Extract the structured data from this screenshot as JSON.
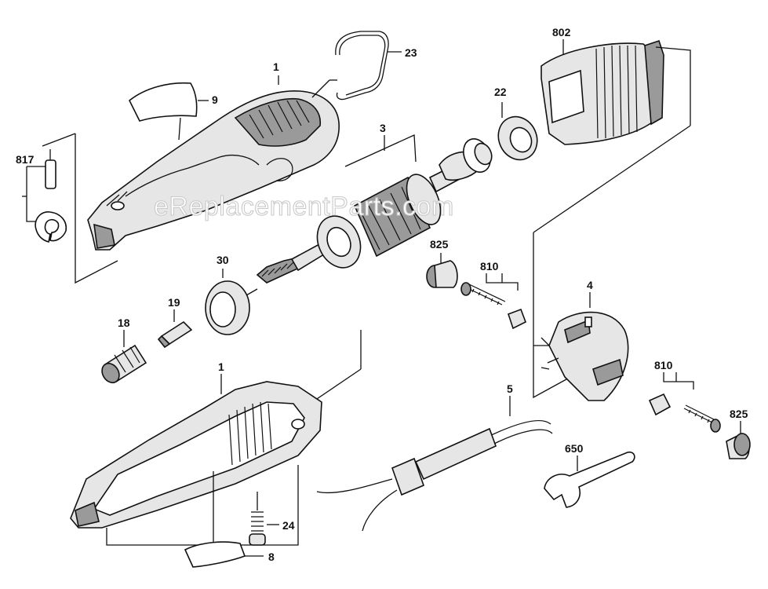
{
  "watermark": "eReplacementParts.com",
  "callouts": {
    "p802": "802",
    "p23": "23",
    "p1_top": "1",
    "p9": "9",
    "p22": "22",
    "p3": "3",
    "p817": "817",
    "p825_left": "825",
    "p810_left": "810",
    "p30": "30",
    "p4": "4",
    "p19": "19",
    "p18": "18",
    "p1_bottom": "1",
    "p810_right": "810",
    "p5": "5",
    "p825_right": "825",
    "p650": "650",
    "p24": "24",
    "p8": "8"
  },
  "colors": {
    "line": "#111111",
    "part_fill": "#e6e6e6",
    "dark_fill": "#9a9a9a",
    "background": "#ffffff"
  }
}
